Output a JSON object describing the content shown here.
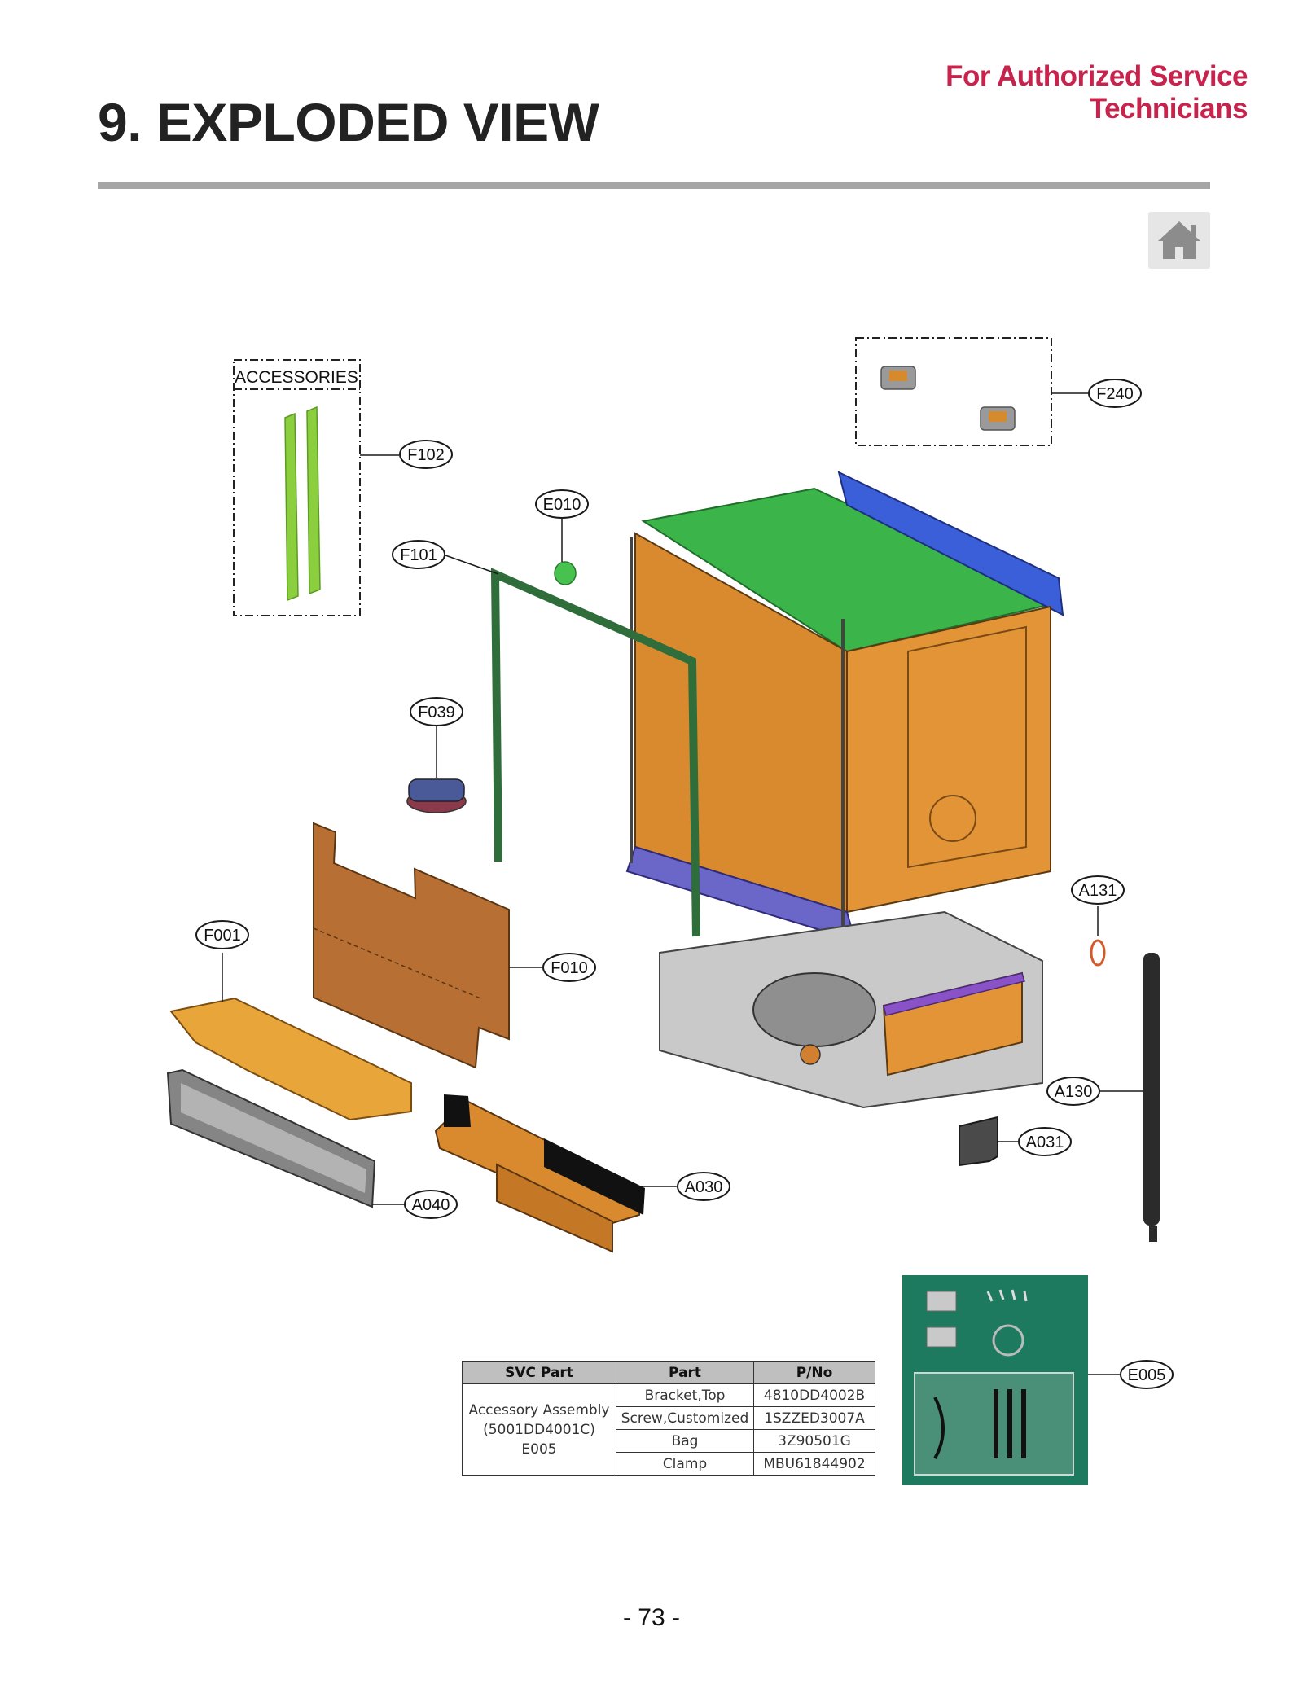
{
  "header": {
    "authorized_notice": "For Authorized Service Technicians",
    "section_title": "9. EXPLODED VIEW"
  },
  "nav": {
    "home_icon": "home-icon"
  },
  "diagram": {
    "accessories_label": "ACCESSORIES",
    "callouts": {
      "f102": "F102",
      "f240": "F240",
      "e010": "E010",
      "f101": "F101",
      "f039": "F039",
      "a131": "A131",
      "f001": "F001",
      "f010": "F010",
      "a130": "A130",
      "a031": "A031",
      "a030": "A030",
      "a040": "A040",
      "e005": "E005"
    }
  },
  "svc_table": {
    "headers": [
      "SVC Part",
      "Part",
      "P/No"
    ],
    "svc_part_lines": [
      "Accessory Assembly",
      "(5001DD4001C)",
      "E005"
    ],
    "rows": [
      {
        "part": "Bracket,Top",
        "pno": "4810DD4002B"
      },
      {
        "part": "Screw,Customized",
        "pno": "1SZZED3007A"
      },
      {
        "part": "Bag",
        "pno": "3Z90501G"
      },
      {
        "part": "Clamp",
        "pno": "MBU61844902"
      }
    ]
  },
  "footer": {
    "page_number": "- 73 -"
  }
}
